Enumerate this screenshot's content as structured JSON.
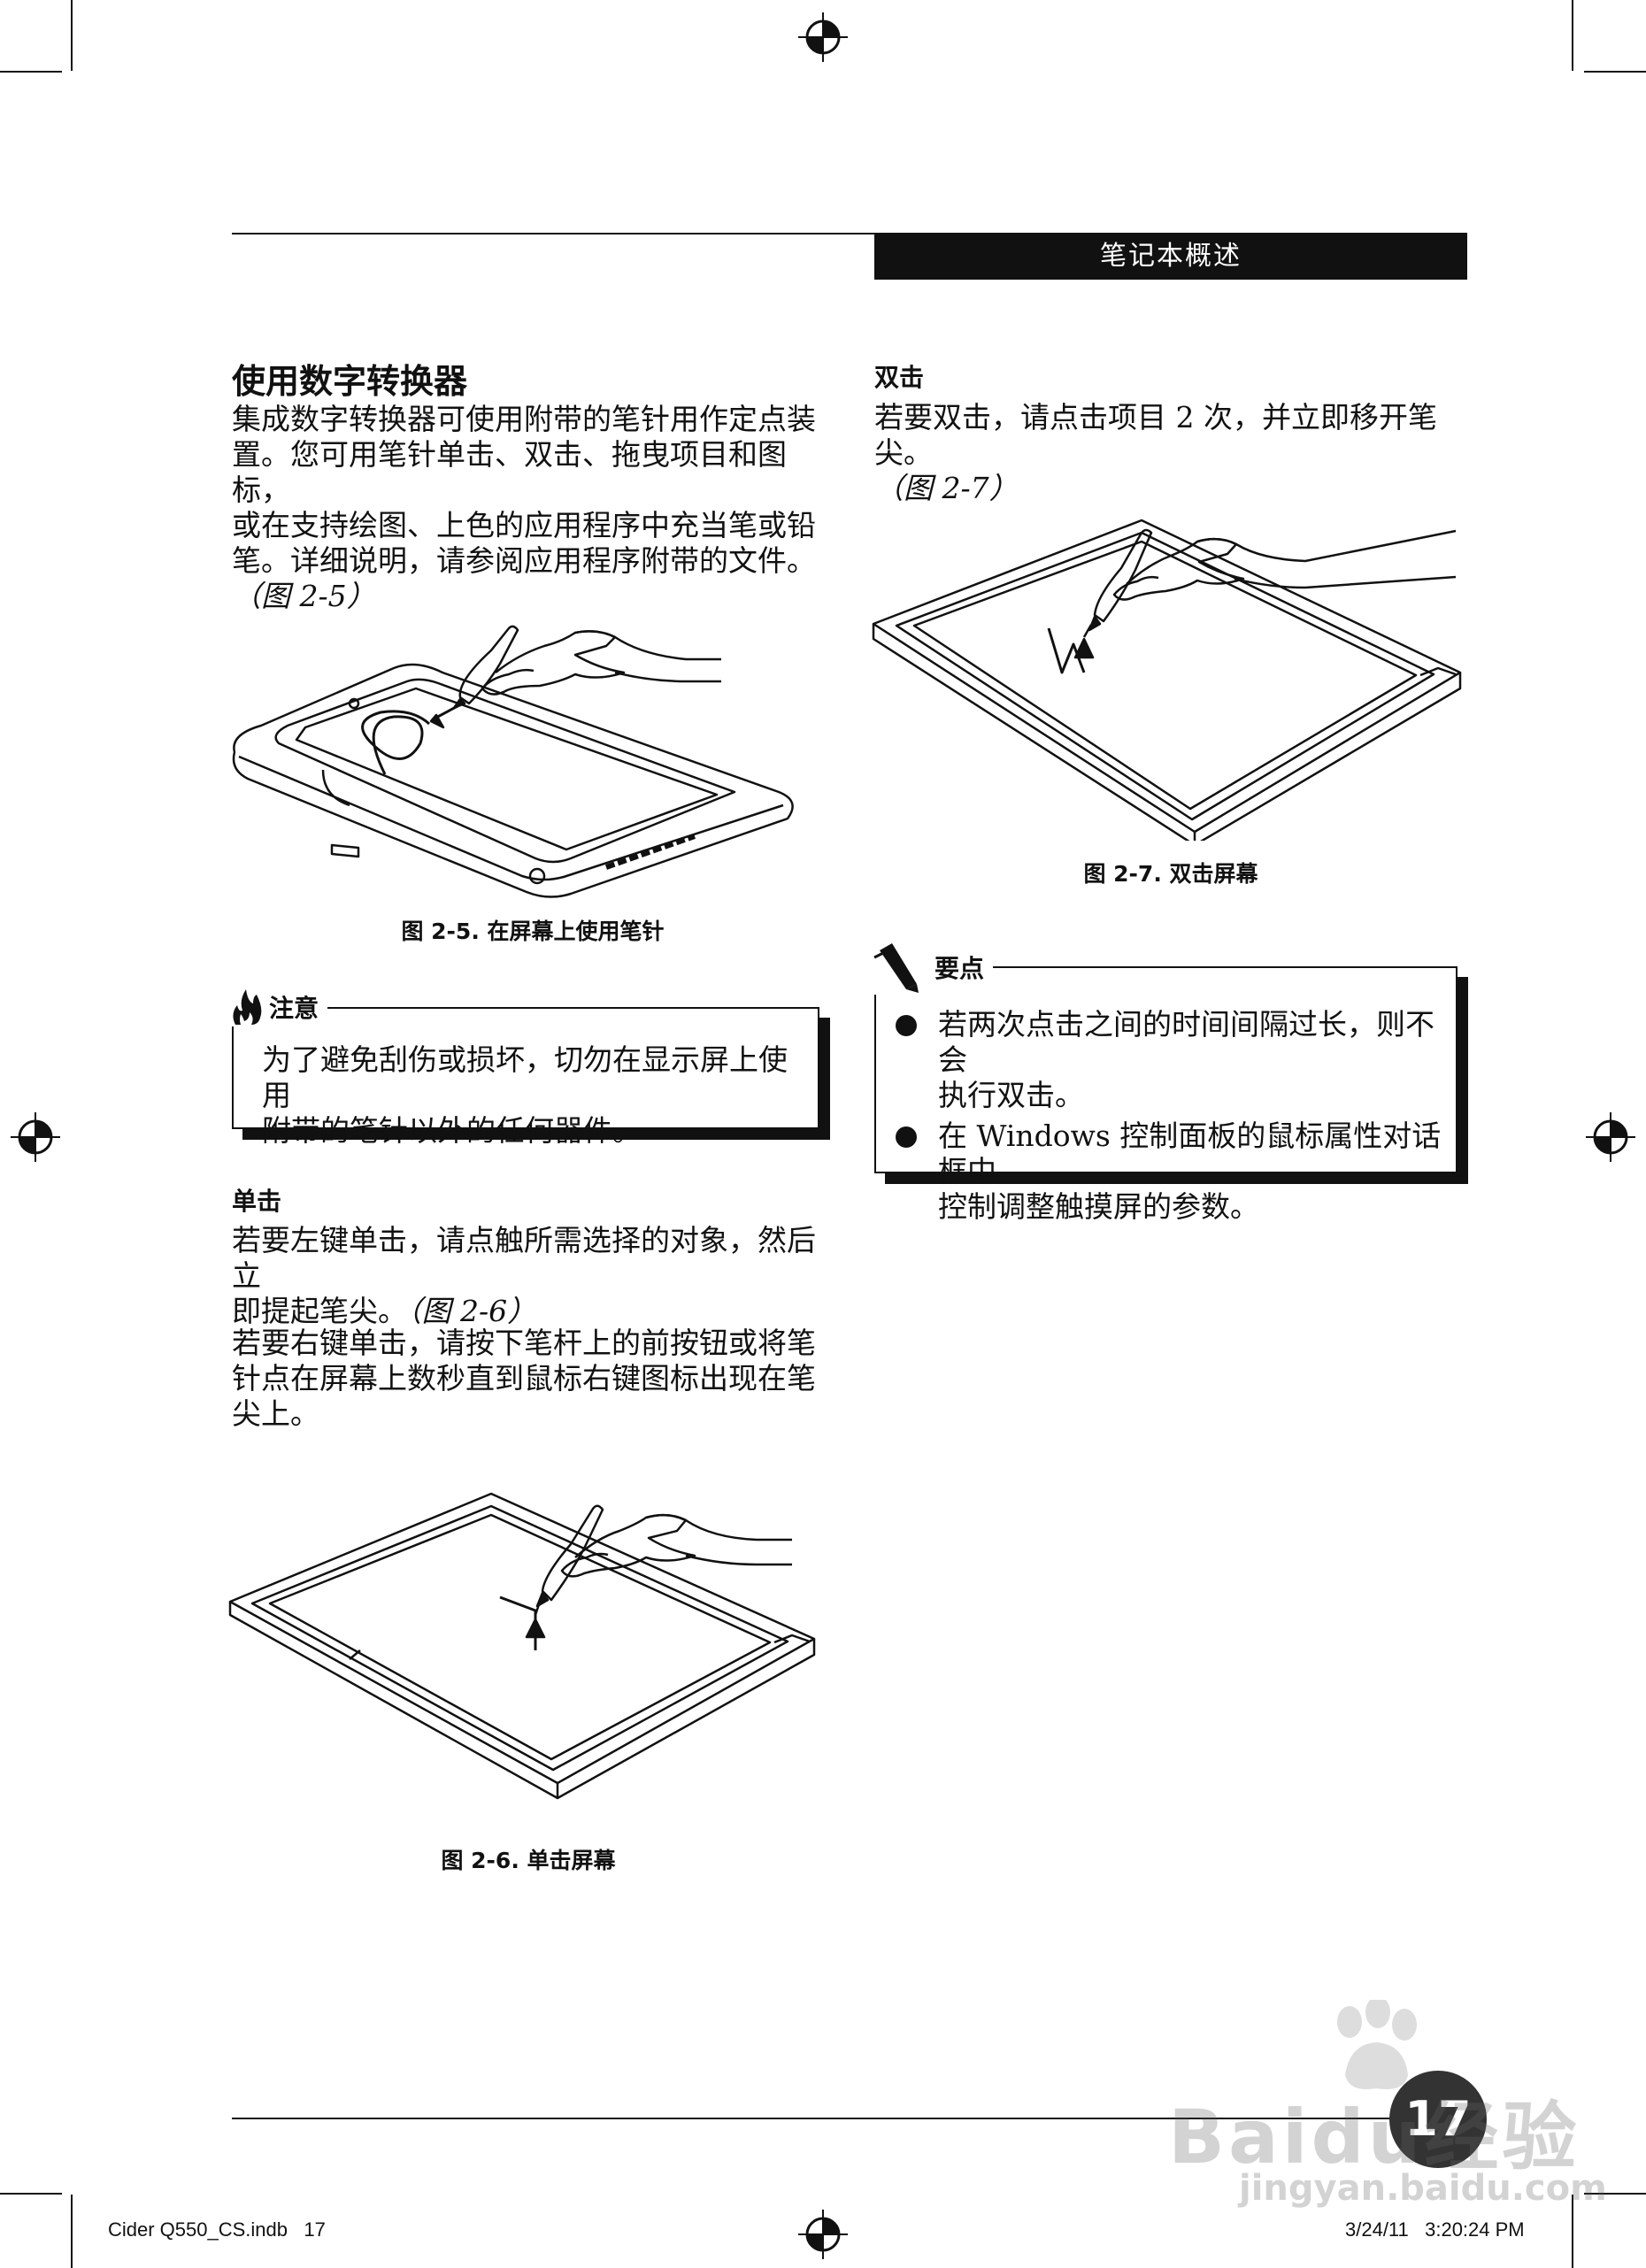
{
  "header": {
    "section_title": "笔记本概述"
  },
  "left": {
    "heading": "使用数字转换器",
    "intro_lines": [
      "集成数字转换器可使用附带的笔针用作定点装",
      "置。您可用笔针单击、双击、拖曳项目和图标，",
      "或在支持绘图、上色的应用程序中充当笔或铅",
      "笔。详细说明，请参阅应用程序附带的文件。"
    ],
    "intro_ref": "（图 2-5）",
    "fig5_caption": "图 2-5. 在屏幕上使用笔针",
    "caution": {
      "title": "注意",
      "lines": [
        "为了避免刮伤或损坏，切勿在显示屏上使用",
        "附带的笔针以外的任何器件。"
      ]
    },
    "single_click": {
      "title": "单击",
      "para1_lines": [
        "若要左键单击，请点触所需选择的对象，然后立",
        "即提起笔尖。"
      ],
      "para1_ref": "（图 2-6）",
      "para2_lines": [
        "若要右键单击，请按下笔杆上的前按钮或将笔",
        "针点在屏幕上数秒直到鼠标右键图标出现在笔",
        "尖上。"
      ]
    },
    "fig6_caption": "图 2-6. 单击屏幕"
  },
  "right": {
    "double_click": {
      "title": "双击",
      "line1": "若要双击，请点击项目 2 次，并立即移开笔尖。",
      "ref": "（图 2-7）"
    },
    "fig7_caption": "图 2-7. 双击屏幕",
    "important": {
      "title": "要点",
      "items": [
        {
          "lines": [
            "若两次点击之间的时间间隔过长，则不会",
            "执行双击。"
          ]
        },
        {
          "lines": [
            "在 Windows 控制面板的鼠标属性对话框中",
            "控制调整触摸屏的参数。"
          ]
        }
      ]
    }
  },
  "footer": {
    "page_number": "17",
    "file_info": "Cider Q550_CS.indb   17",
    "timestamp": "3/24/11   3:20:24 PM",
    "watermark": "Baidu经验",
    "watermark_url": "jingyan.baidu.com"
  }
}
